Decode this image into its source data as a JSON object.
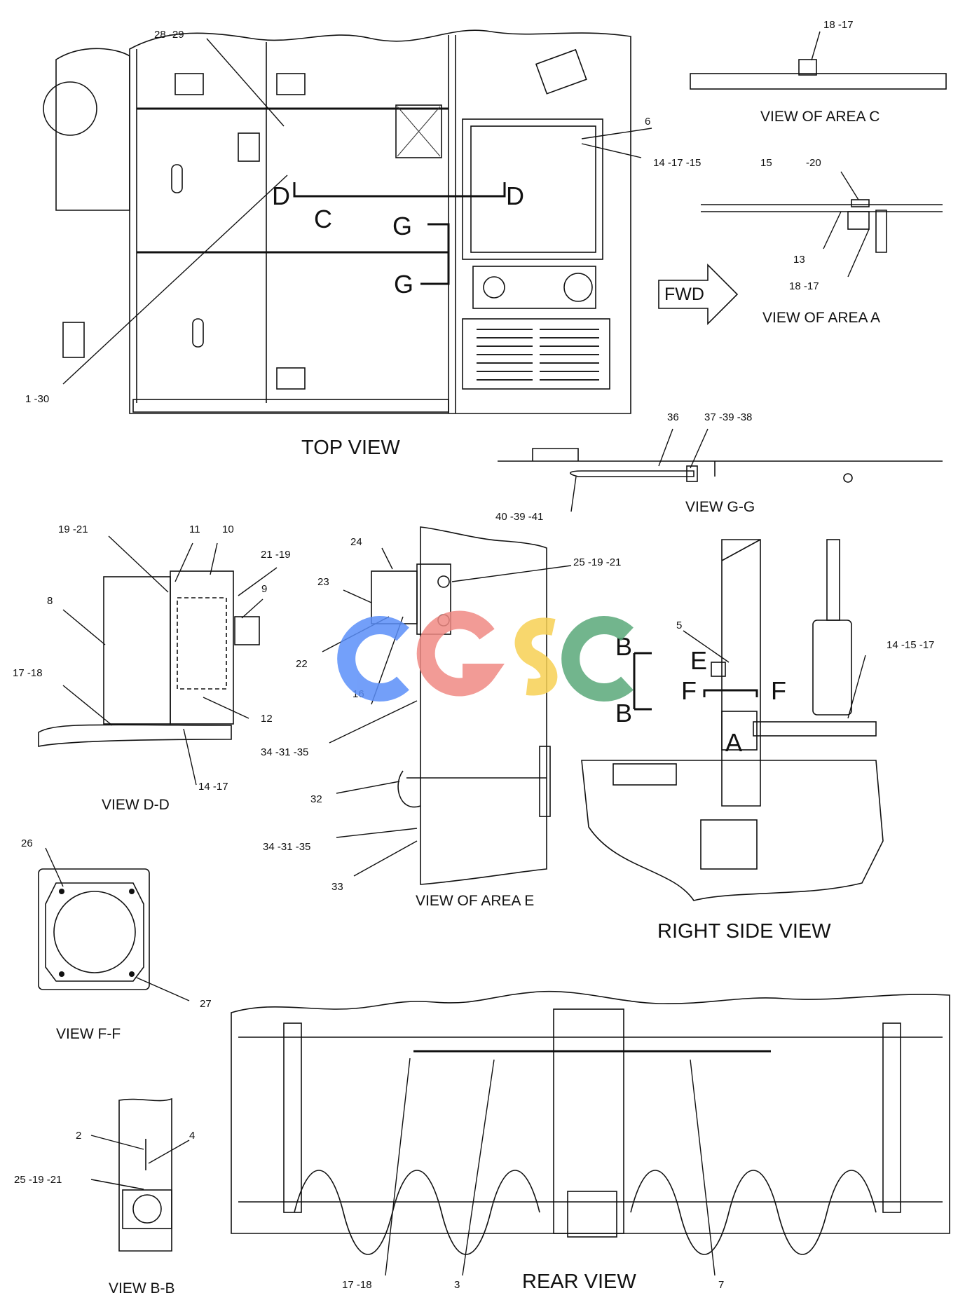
{
  "watermark": {
    "text": "CGSC",
    "colors": [
      "#5b8ff9",
      "#f08a84",
      "#f7d154",
      "#5aa97a"
    ]
  },
  "views": {
    "top": "TOP VIEW",
    "area_c": "VIEW OF AREA C",
    "area_a": "VIEW OF AREA A",
    "gg": "VIEW G-G",
    "dd": "VIEW D-D",
    "area_e": "VIEW OF AREA E",
    "right_side": "RIGHT SIDE VIEW",
    "ff": "VIEW F-F",
    "bb": "VIEW B-B",
    "rear": "REAR VIEW"
  },
  "fwd": "FWD",
  "section_letters": {
    "D": "D",
    "C": "C",
    "G": "G",
    "B": "B",
    "E": "E",
    "F": "F",
    "A": "A"
  },
  "callouts": {
    "c28_29": "28 -29",
    "c1_30": "1 -30",
    "c6": "6",
    "c14_17_15": "14 -17 -15",
    "c18_17_c": "18 -17",
    "c15": "15",
    "c20": "-20",
    "c13": "13",
    "c18_17_a": "18 -17",
    "c36": "36",
    "c37_39_38": "37 -39 -38",
    "c40_39_41": "40 -39 -41",
    "c19_21": "19 -21",
    "c11": "11",
    "c10": "10",
    "c21_19": "21 -19",
    "c9": "9",
    "c8": "8",
    "c17_18_dd": "17 -18",
    "c12": "12",
    "c14_17_dd": "14 -17",
    "c24": "24",
    "c23": "23",
    "c25_19_21_e": "25 -19 -21",
    "c22": "22",
    "c16": "16",
    "c34_31_35_a": "34 -31 -35",
    "c32": "32",
    "c34_31_35_b": "34 -31 -35",
    "c33": "33",
    "c5": "5",
    "c14_15_17": "14 -15 -17",
    "c26": "26",
    "c27": "27",
    "c2": "2",
    "c4": "4",
    "c25_19_21_b": "25 -19 -21",
    "c17_18_rear": "17 -18",
    "c3": "3",
    "c7": "7"
  }
}
